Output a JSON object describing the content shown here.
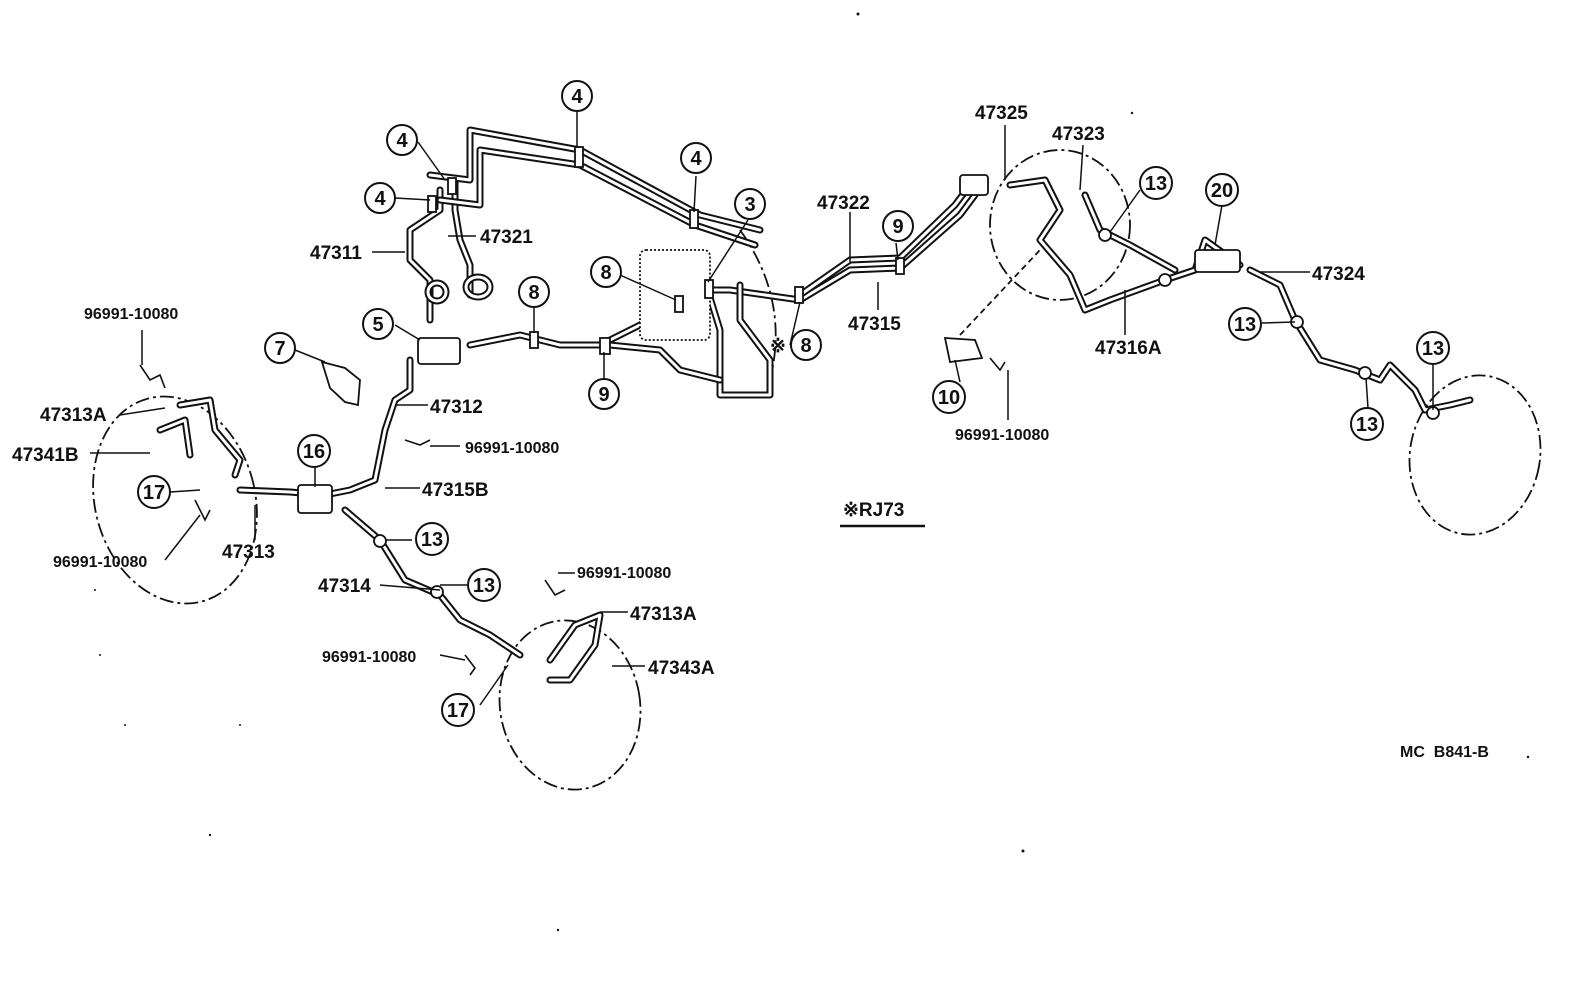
{
  "diagram": {
    "ref_code": "MC  B841-B",
    "note": "※RJ73",
    "callouts": [
      {
        "id": "c4a",
        "text": "4"
      },
      {
        "id": "c4b",
        "text": "4"
      },
      {
        "id": "c4c",
        "text": "4"
      },
      {
        "id": "c4d",
        "text": "4"
      },
      {
        "id": "c3",
        "text": "3"
      },
      {
        "id": "c8a",
        "text": "8"
      },
      {
        "id": "c8b",
        "text": "8"
      },
      {
        "id": "c8c",
        "text": "8"
      },
      {
        "id": "c9a",
        "text": "9"
      },
      {
        "id": "c9b",
        "text": "9"
      },
      {
        "id": "c5",
        "text": "5"
      },
      {
        "id": "c7",
        "text": "7"
      },
      {
        "id": "c16",
        "text": "16"
      },
      {
        "id": "c17a",
        "text": "17"
      },
      {
        "id": "c17b",
        "text": "17"
      },
      {
        "id": "c13a",
        "text": "13"
      },
      {
        "id": "c13b",
        "text": "13"
      },
      {
        "id": "c13c",
        "text": "13"
      },
      {
        "id": "c13d",
        "text": "13"
      },
      {
        "id": "c13e",
        "text": "13"
      },
      {
        "id": "c13f",
        "text": "13"
      },
      {
        "id": "c10",
        "text": "10"
      },
      {
        "id": "c20",
        "text": "20"
      }
    ],
    "part_labels": [
      {
        "id": "p47311",
        "text": "47311"
      },
      {
        "id": "p47321",
        "text": "47321"
      },
      {
        "id": "p47322",
        "text": "47322"
      },
      {
        "id": "p47315",
        "text": "47315"
      },
      {
        "id": "p47325",
        "text": "47325"
      },
      {
        "id": "p47323",
        "text": "47323"
      },
      {
        "id": "p47324",
        "text": "47324"
      },
      {
        "id": "p47316A",
        "text": "47316A"
      },
      {
        "id": "p96991a",
        "text": "96991-10080"
      },
      {
        "id": "p96991b",
        "text": "96991-10080"
      },
      {
        "id": "p96991c",
        "text": "96991-10080"
      },
      {
        "id": "p96991d",
        "text": "96991-10080"
      },
      {
        "id": "p96991e",
        "text": "96991-10080"
      },
      {
        "id": "p96991f",
        "text": "96991-10080"
      },
      {
        "id": "p47313Aa",
        "text": "47313A"
      },
      {
        "id": "p47341B",
        "text": "47341B"
      },
      {
        "id": "p47312",
        "text": "47312"
      },
      {
        "id": "p47315B",
        "text": "47315B"
      },
      {
        "id": "p47313",
        "text": "47313"
      },
      {
        "id": "p47314",
        "text": "47314"
      },
      {
        "id": "p47313Ab",
        "text": "47313A"
      },
      {
        "id": "p47343A",
        "text": "47343A"
      }
    ]
  }
}
